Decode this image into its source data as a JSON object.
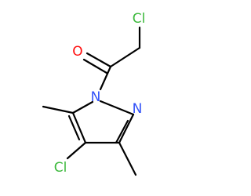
{
  "molecule": {
    "colors": {
      "bond": "#000000",
      "Cl": "#3cb93c",
      "O": "#ff0d0d",
      "N": "#3050f8"
    },
    "atoms": {
      "cl_top": {
        "label": "Cl",
        "color_key": "Cl"
      },
      "o_carbonyl": {
        "label": "O",
        "color_key": "O"
      },
      "n1": {
        "label": "N",
        "color_key": "N"
      },
      "n2": {
        "label": "N",
        "color_key": "N"
      },
      "cl_ring": {
        "label": "Cl",
        "color_key": "Cl"
      }
    }
  }
}
